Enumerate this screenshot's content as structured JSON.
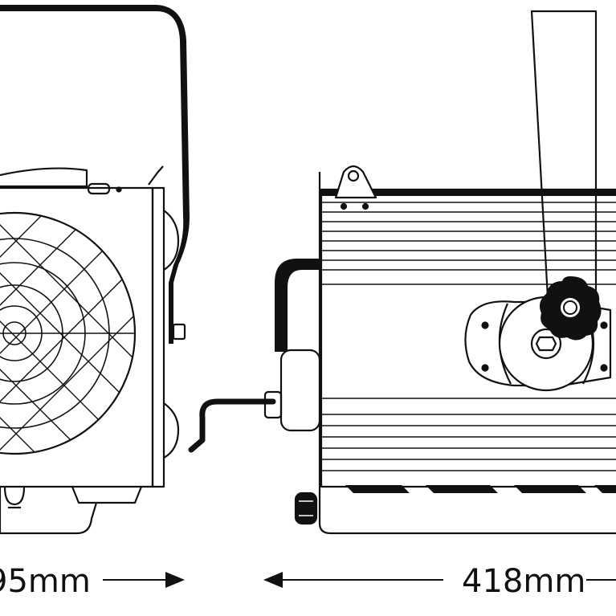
{
  "figure": {
    "subject": "fresnel-spotlight-dimension-drawing",
    "views": [
      "front-view",
      "side-view"
    ]
  },
  "dimensions": {
    "front_width_label": "95mm",
    "side_length_label": "418mm"
  },
  "colors": {
    "line": "#111111",
    "background": "#ffffff"
  }
}
